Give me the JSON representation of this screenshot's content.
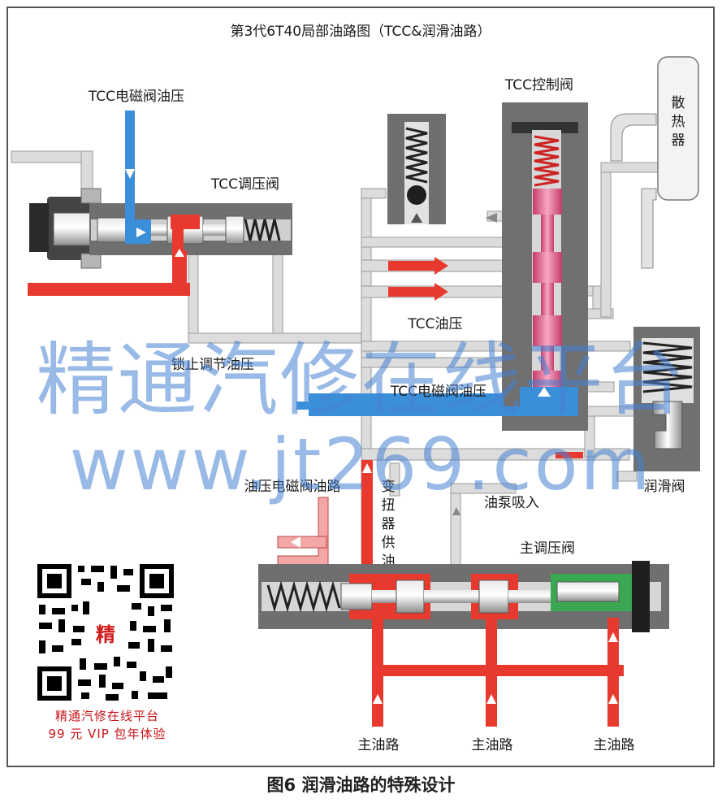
{
  "title": "第3代6T40局部油路图（TCC&润滑油路）",
  "caption": "图6 润滑油路的特殊设计",
  "labels": {
    "tcc_solenoid_pressure_top": "TCC电磁阀油压",
    "tcc_regulator_valve": "TCC调压阀",
    "tcc_control_valve": "TCC控制阀",
    "cooler": "散热器",
    "tcc_pressure": "TCC油压",
    "lockup_regulated_pressure": "锁止调节油压",
    "tcc_solenoid_pressure_mid": "TCC电磁阀油压",
    "lube_valve": "润滑阀",
    "pressure_solenoid_line": "油压电磁阀油路",
    "converter_feed": "变扭器供油",
    "pump_suction": "油泵吸入",
    "main_regulator_valve": "主调压阀",
    "main_line_1": "主油路",
    "main_line_2": "主油路",
    "main_line_3": "主油路"
  },
  "watermark": {
    "line1": "精通汽修在线平台",
    "line2": "www.jt269.com"
  },
  "promo": {
    "qr_badge": "精",
    "line1": "精通汽修在线平台",
    "line2": "99 元 VIP 包年体验"
  },
  "colors": {
    "main_oil": "#e8392f",
    "solenoid_oil": "#3b8fd9",
    "tcc_valve": "#e9578a",
    "regulator_green": "#3aa853",
    "passage_gray": "#dcdcdc",
    "body_gray": "#6e6e6e"
  }
}
